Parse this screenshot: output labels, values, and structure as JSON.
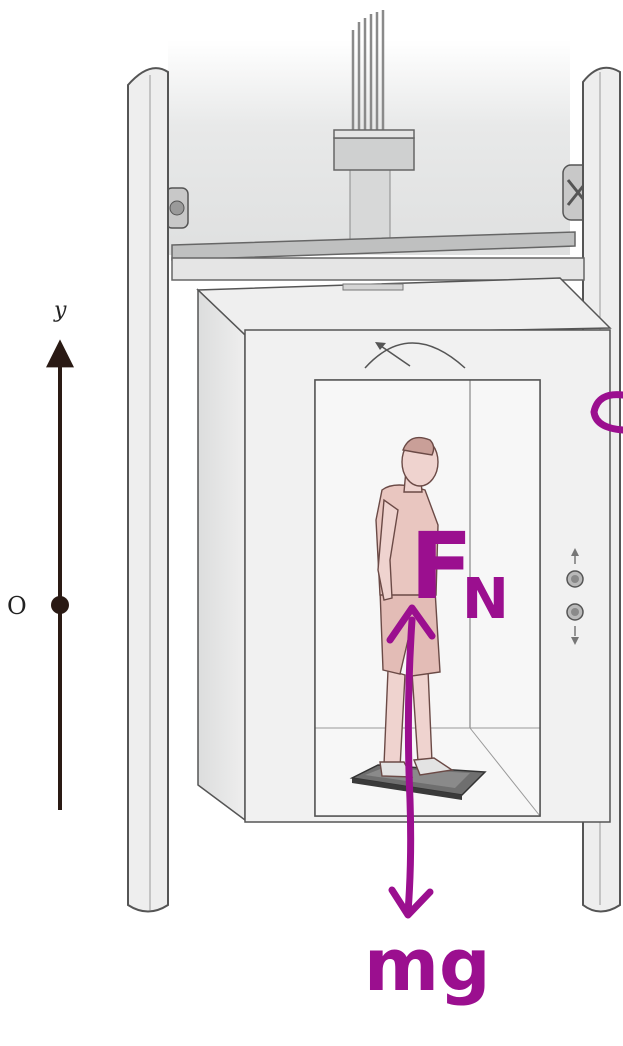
{
  "axis": {
    "label": "y",
    "origin_label": "O"
  },
  "annotations": {
    "normal_force": "F",
    "normal_force_subscript": "N",
    "weight": "mg"
  },
  "colors": {
    "annotation": "#9b0f8f",
    "axis": "#2a1a14",
    "shaft": "#e9eaea",
    "cabin": "#f2f2f2",
    "person": "#e9c6c0"
  },
  "icons": {
    "call_up": "triangle-up",
    "call_down": "triangle-down"
  }
}
